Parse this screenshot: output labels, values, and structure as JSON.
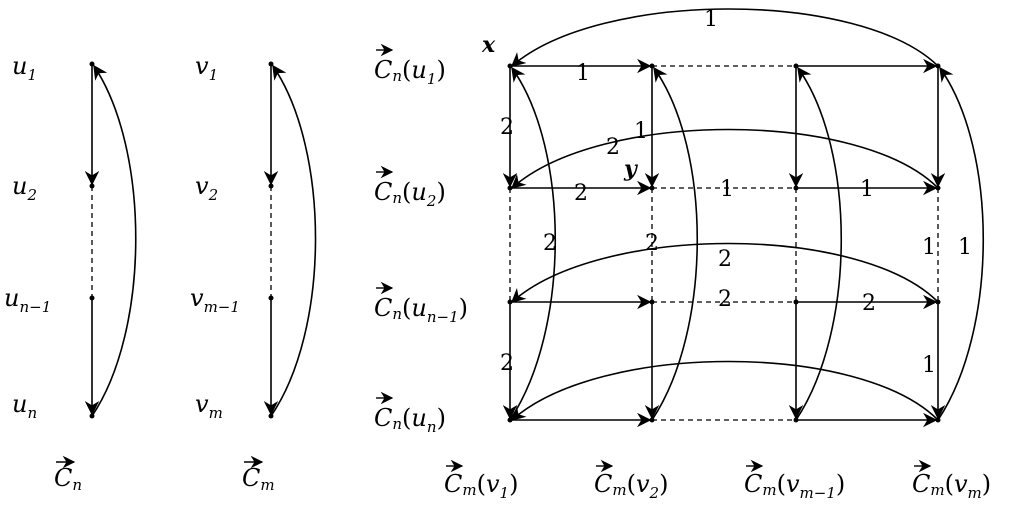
{
  "left_cycle": {
    "vertices": [
      {
        "base": "u",
        "sub": "1"
      },
      {
        "base": "u",
        "sub": "2"
      },
      {
        "base": "u",
        "sub": "n−1"
      },
      {
        "base": "u",
        "sub": "n"
      }
    ],
    "caption": {
      "base": "C",
      "sub": "n"
    }
  },
  "middle_cycle": {
    "vertices": [
      {
        "base": "v",
        "sub": "1"
      },
      {
        "base": "v",
        "sub": "2"
      },
      {
        "base": "v",
        "sub": "m−1"
      },
      {
        "base": "v",
        "sub": "m"
      }
    ],
    "caption": {
      "base": "C",
      "sub": "m"
    }
  },
  "grid": {
    "row_labels": [
      {
        "base": "C",
        "sub": "n",
        "arg": "u",
        "argsub": "1"
      },
      {
        "base": "C",
        "sub": "n",
        "arg": "u",
        "argsub": "2"
      },
      {
        "base": "C",
        "sub": "n",
        "arg": "u",
        "argsub": "n−1"
      },
      {
        "base": "C",
        "sub": "n",
        "arg": "u",
        "argsub": "n"
      }
    ],
    "col_labels": [
      {
        "base": "C",
        "sub": "m",
        "arg": "v",
        "argsub": "1"
      },
      {
        "base": "C",
        "sub": "m",
        "arg": "v",
        "argsub": "2"
      },
      {
        "base": "C",
        "sub": "m",
        "arg": "v",
        "argsub": "m−1"
      },
      {
        "base": "C",
        "sub": "m",
        "arg": "v",
        "argsub": "m"
      }
    ],
    "point_x": "x",
    "point_y": "y",
    "edge_labels": {
      "top_arc": "1",
      "r1_h1": "1",
      "c1_v1": "2",
      "c2_v1": "1",
      "r2_arc": "2",
      "r2_h1": "2",
      "r2_h2": "1",
      "r2_h3": "1",
      "c1_arc": "2",
      "c2_arc": "2",
      "c4_dash": "1",
      "c4_arc": "1",
      "r3_arc": "2",
      "r3_h2": "2",
      "r3_h3": "2",
      "c1_v3": "2",
      "c4_v3": "1"
    }
  }
}
